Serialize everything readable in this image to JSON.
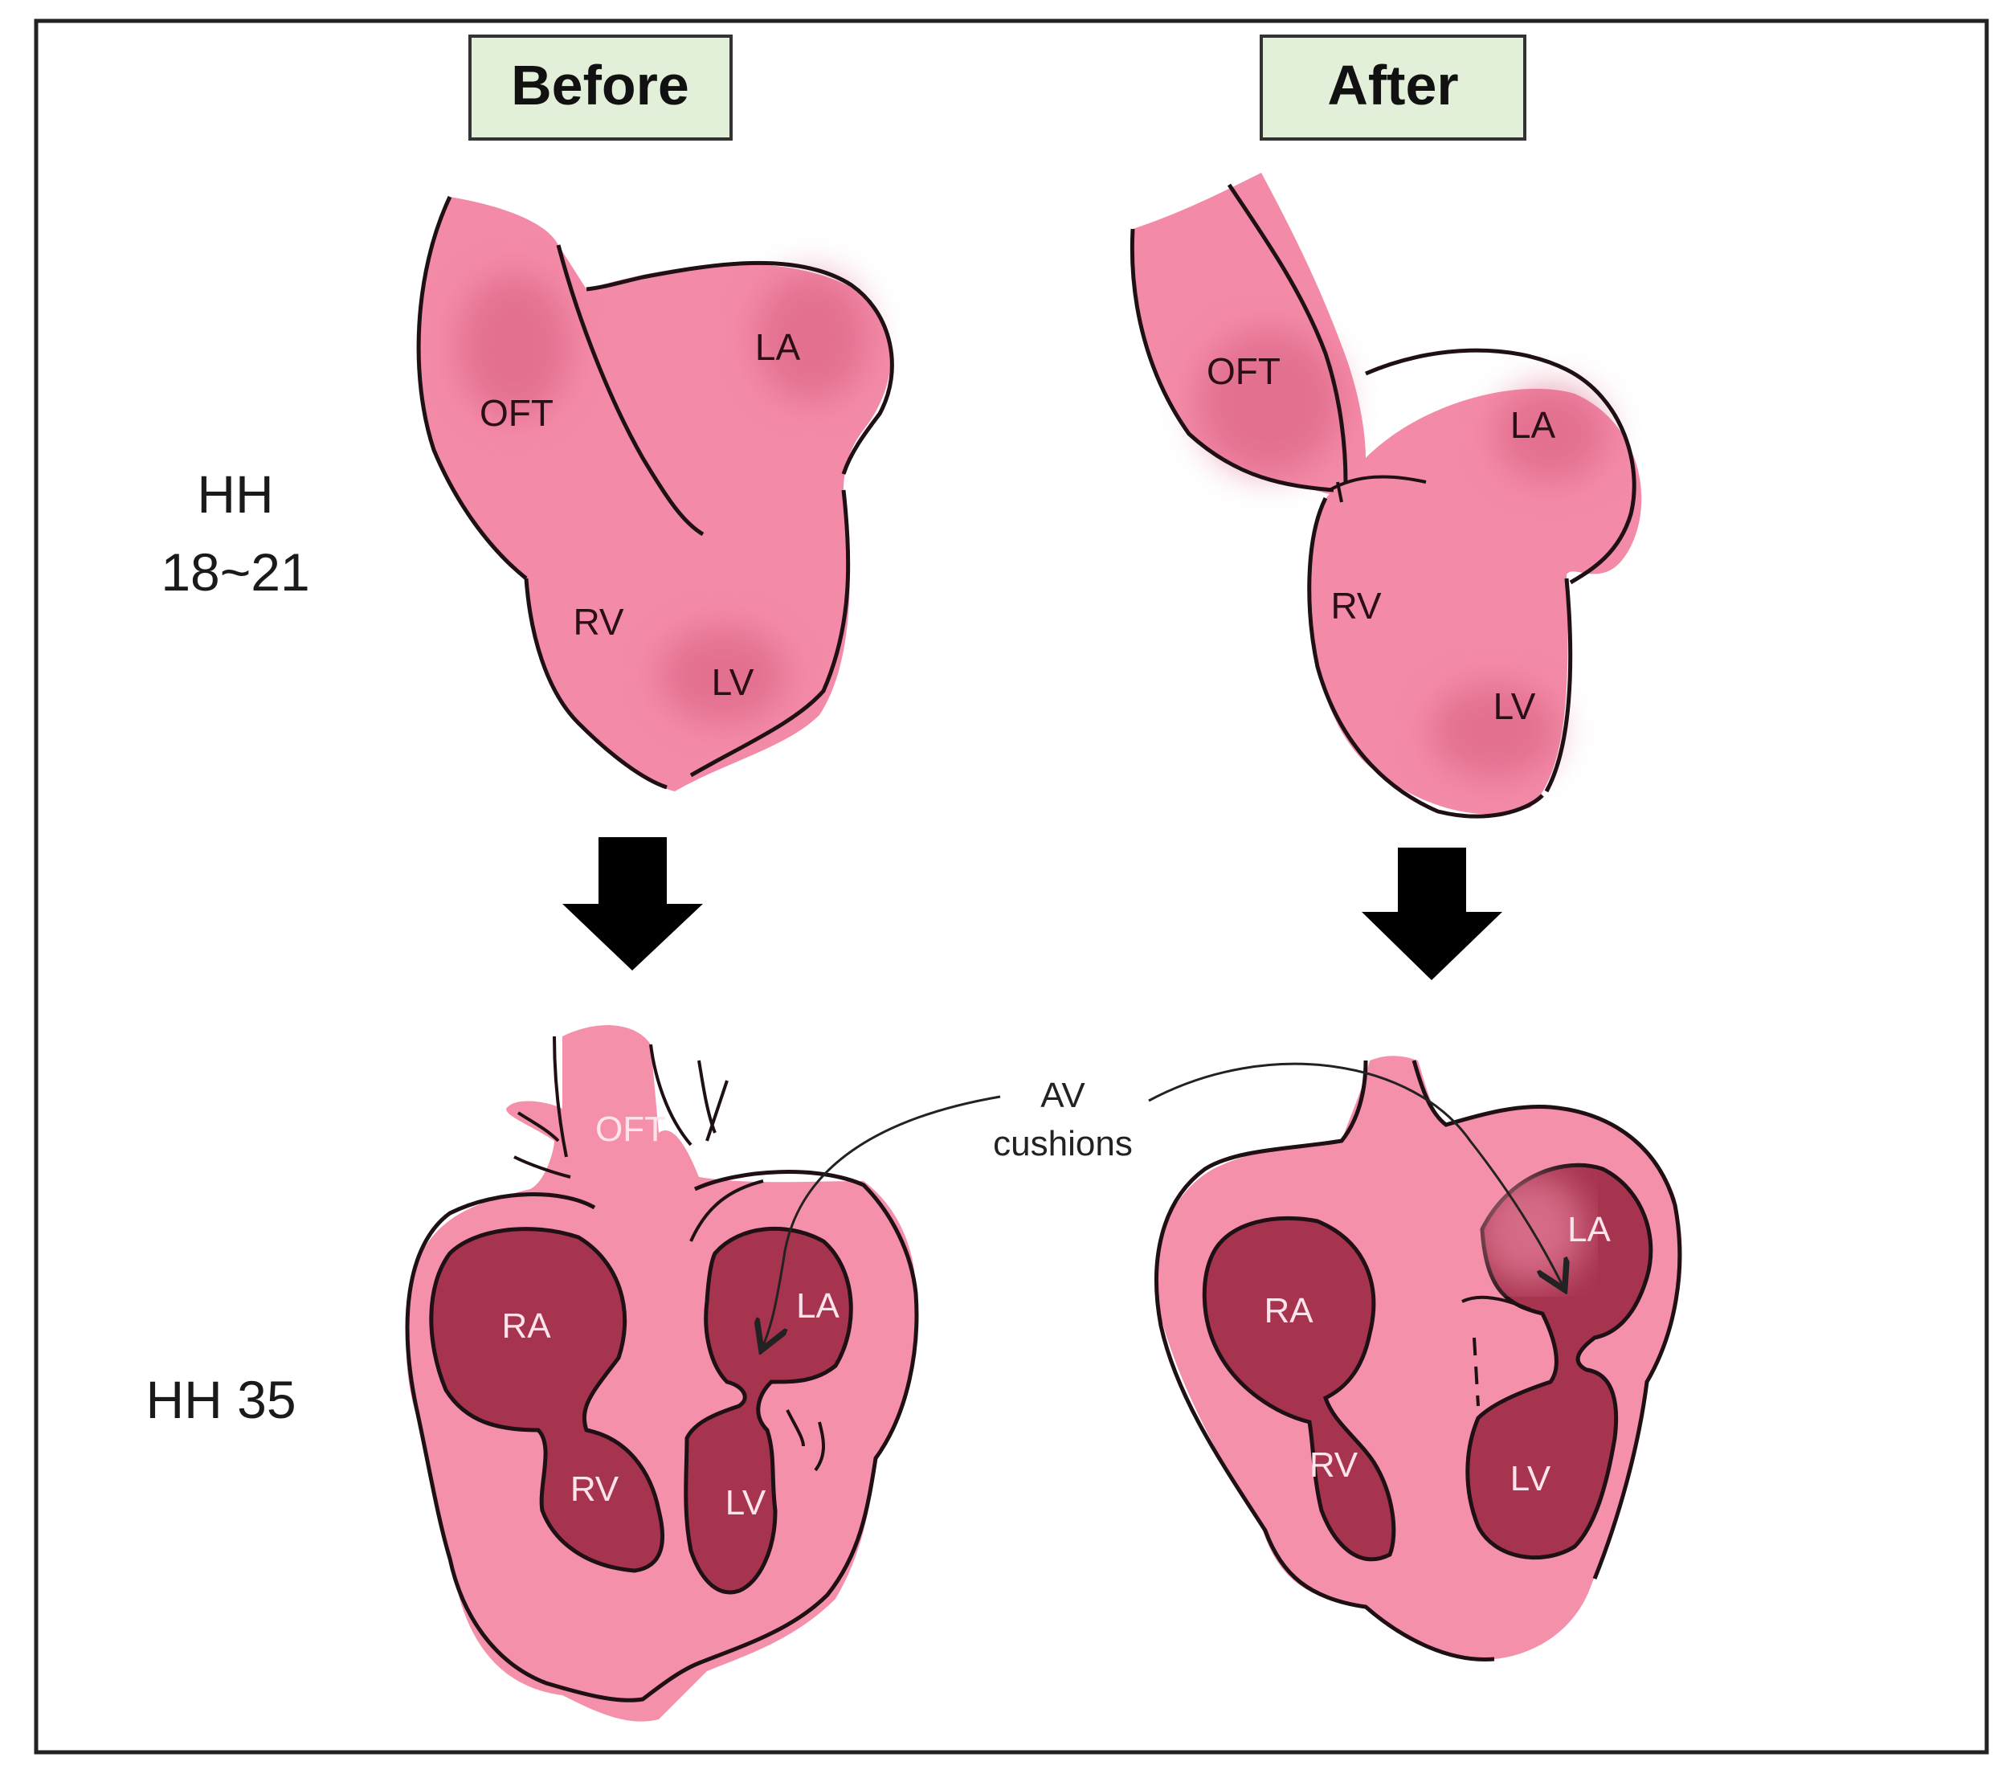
{
  "headers": {
    "before": "Before",
    "after": "After"
  },
  "stages": {
    "early_line1": "HH",
    "early_line2": "18~21",
    "late": "HH 35"
  },
  "regions": {
    "before_early": {
      "oft": "OFT",
      "la": "LA",
      "rv": "RV",
      "lv": "LV"
    },
    "after_early": {
      "oft": "OFT",
      "la": "LA",
      "rv": "RV",
      "lv": "LV"
    },
    "before_late": {
      "oft": "OFT",
      "ra": "RA",
      "la": "LA",
      "rv": "RV",
      "lv": "LV"
    },
    "after_late": {
      "ra": "RA",
      "la": "LA",
      "rv": "RV",
      "lv": "LV"
    }
  },
  "annotation": {
    "line1": "AV",
    "line2": "cushions"
  },
  "colors": {
    "tissue": "#f28aa6",
    "tissue_light": "#f89cb6",
    "chamber": "#a8344f",
    "shading": "#d65a7c",
    "outline": "#1e1014",
    "header_fill": "#e2efd9"
  },
  "icons": {
    "arrow_left": "down-arrow-icon",
    "arrow_right": "down-arrow-icon"
  }
}
